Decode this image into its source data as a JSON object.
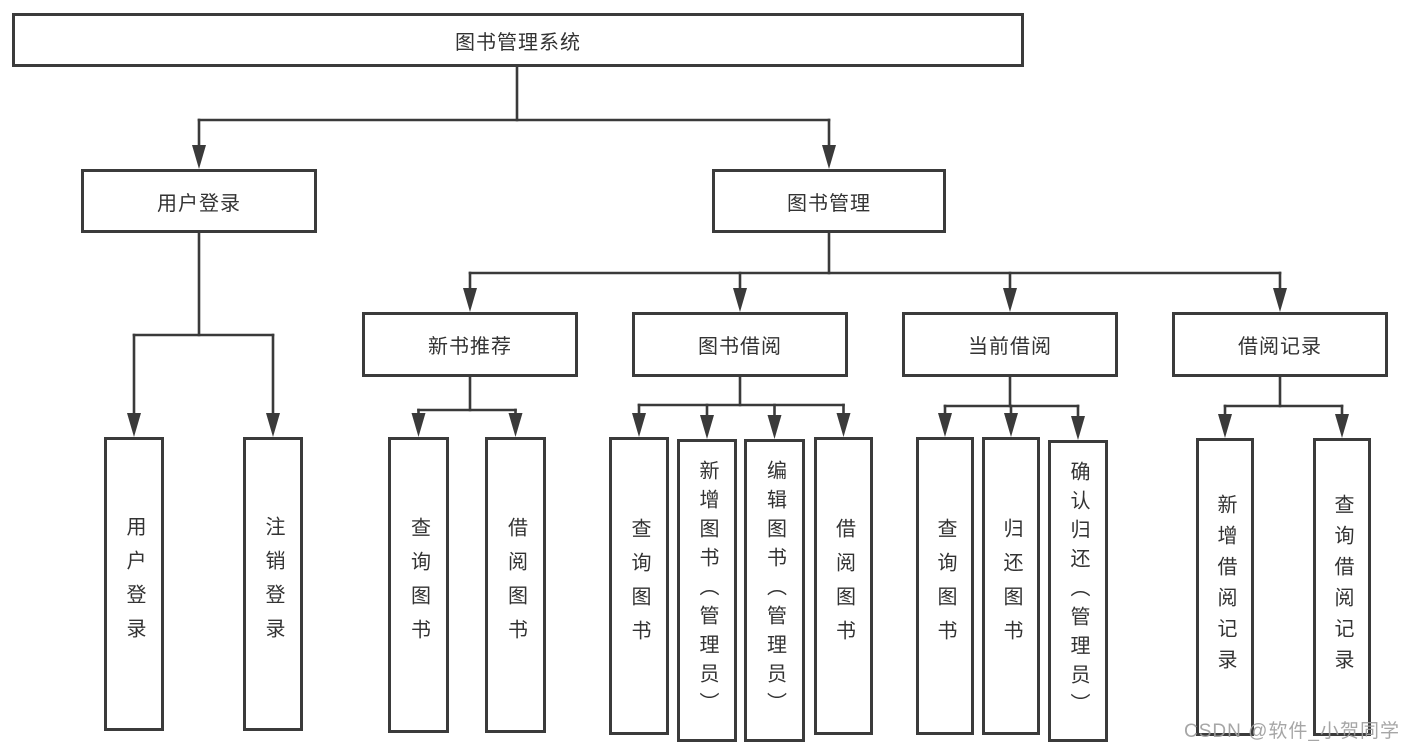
{
  "diagram": {
    "root": {
      "label": "图书管理系统"
    },
    "branches": [
      {
        "label": "用户登录",
        "children": [
          {
            "label": "用户登录"
          },
          {
            "label": "注销登录"
          }
        ]
      },
      {
        "label": "图书管理",
        "children": [
          {
            "label": "新书推荐",
            "children": [
              {
                "label": "查询图书"
              },
              {
                "label": "借阅图书"
              }
            ]
          },
          {
            "label": "图书借阅",
            "children": [
              {
                "label": "查询图书"
              },
              {
                "label": "新增图书（管理员）"
              },
              {
                "label": "编辑图书（管理员）"
              },
              {
                "label": "借阅图书"
              }
            ]
          },
          {
            "label": "当前借阅",
            "children": [
              {
                "label": "查询图书"
              },
              {
                "label": "归还图书"
              },
              {
                "label": "确认归还（管理员）"
              }
            ]
          },
          {
            "label": "借阅记录",
            "children": [
              {
                "label": "新增借阅记录"
              },
              {
                "label": "查询借阅记录"
              }
            ]
          }
        ]
      }
    ]
  },
  "watermark": "CSDN @软件_小贺同学",
  "colors": {
    "line": "#3a3a3a",
    "border": "#3b3b3b",
    "text": "#333333",
    "watermark": "#9e9e9e",
    "background": "#ffffff"
  }
}
